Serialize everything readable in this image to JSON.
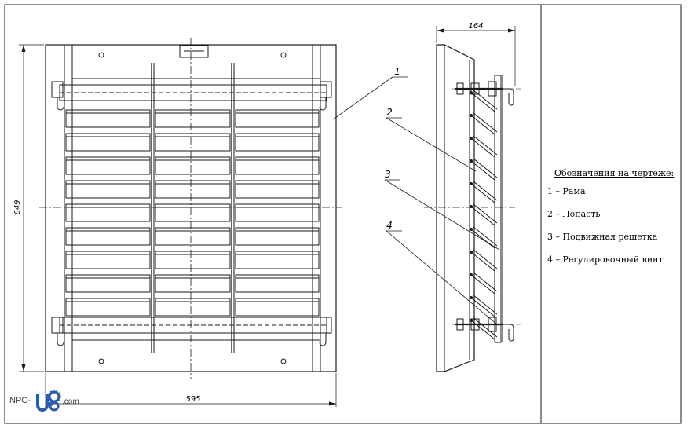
{
  "drawing": {
    "dim_width": "595",
    "dim_height": "649",
    "dim_depth": "164",
    "callouts": [
      "1",
      "2",
      "3",
      "4"
    ]
  },
  "legend": {
    "title": "Обозначения на чертеже:",
    "items": [
      "1 – Рама",
      "2 – Лопасть",
      "3 – Подвижная решетка",
      "4 – Регулировочный винт"
    ]
  },
  "logo": {
    "prefix": "NPO-",
    "suffix": ".com"
  },
  "colors": {
    "line": "#1a1a1a",
    "logo_blue": "#2b5ca8"
  }
}
